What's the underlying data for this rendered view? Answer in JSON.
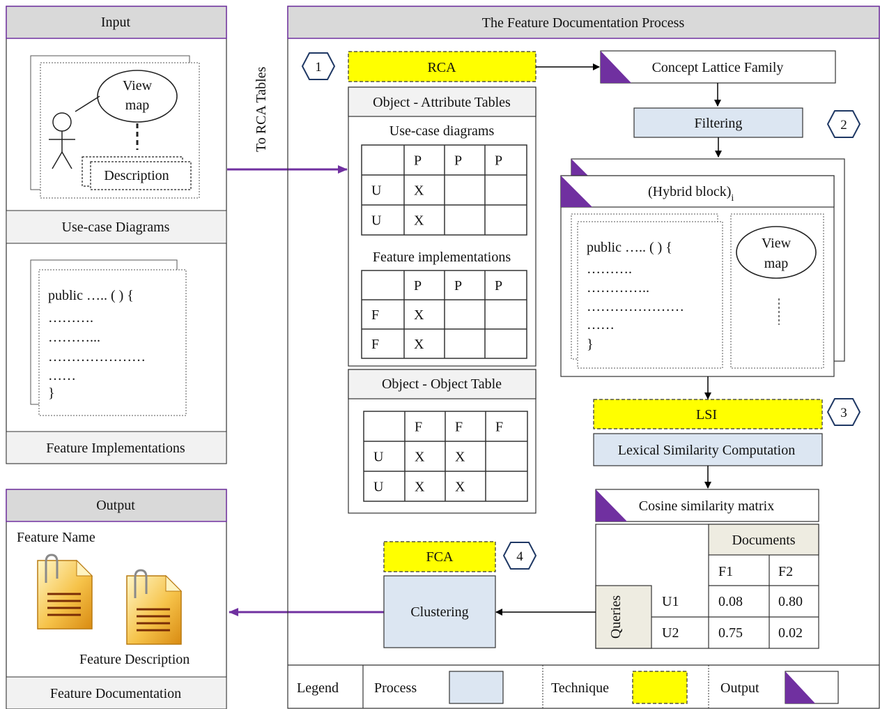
{
  "colors": {
    "header_fill": "#d9d9d9",
    "header_border": "#7030a0",
    "process_fill": "#dce6f2",
    "technique_fill": "#ffff00",
    "output_purple": "#7030a0",
    "arrow_purple": "#7030a0",
    "queries_fill": "#eeece1",
    "doc_header_fill": "#eeece1",
    "subtitle_fill": "#f2f2f2",
    "step_circle": "#1f3864"
  },
  "input_panel": {
    "title": "Input",
    "usecase_bubble_line1": "View",
    "usecase_bubble_line2": "map",
    "description_label": "Description",
    "usecase_caption": "Use-case Diagrams",
    "code_lines": [
      "public  ….. ( ) {",
      "……….",
      "………...",
      "…………………",
      "……",
      "}"
    ],
    "impl_caption": "Feature Implementations"
  },
  "connector_label": "To RCA Tables",
  "process_panel": {
    "title": "The Feature Documentation Process",
    "step1": "1",
    "step2": "2",
    "step3": "3",
    "step4": "4",
    "rca_label": "RCA",
    "concept_lattice_label": "Concept Lattice Family",
    "filtering_label": "Filtering",
    "oa_tables_title": "Object - Attribute  Tables",
    "usecase_diagrams_label": "Use-case diagrams",
    "oa_table1": {
      "header": [
        "",
        "P",
        "P",
        "P"
      ],
      "rows": [
        [
          "U",
          "X",
          "",
          ""
        ],
        [
          "U",
          "X",
          "",
          ""
        ]
      ]
    },
    "feature_impl_label": "Feature implementations",
    "oa_table2": {
      "header": [
        "",
        "P",
        "P",
        "P"
      ],
      "rows": [
        [
          "F",
          "X",
          "",
          ""
        ],
        [
          "F",
          "X",
          "",
          ""
        ]
      ]
    },
    "oo_table_title": "Object - Object Table",
    "oo_table": {
      "header": [
        "",
        "F",
        "F",
        "F"
      ],
      "rows": [
        [
          "U",
          "X",
          "X",
          ""
        ],
        [
          "U",
          "X",
          "X",
          ""
        ]
      ]
    },
    "hybrid_block_label": "(Hybrid block)",
    "hybrid_block_subscript": "i",
    "hybrid_code_lines": [
      "public  ….. ( ) {",
      "……….",
      "…………..",
      "…………………",
      "……",
      "}"
    ],
    "hybrid_bubble_line1": "View",
    "hybrid_bubble_line2": "map",
    "lsi_label": "LSI",
    "lexical_label": "Lexical  Similarity  Computation",
    "cosine_label": "Cosine similarity  matrix",
    "matrix": {
      "documents_label": "Documents",
      "queries_label": "Queries",
      "col_headers": [
        "F1",
        "F2"
      ],
      "rows": [
        {
          "label": "U1",
          "values": [
            "0.08",
            "0.80"
          ]
        },
        {
          "label": "U2",
          "values": [
            "0.75",
            "0.02"
          ]
        }
      ]
    },
    "fca_label": "FCA",
    "clustering_label": "Clustering"
  },
  "output_panel": {
    "title": "Output",
    "feature_name_label": "Feature Name",
    "feature_description_label": "Feature Description",
    "caption": "Feature Documentation"
  },
  "legend": {
    "title": "Legend",
    "process_label": "Process",
    "technique_label": "Technique",
    "output_label": "Output"
  }
}
